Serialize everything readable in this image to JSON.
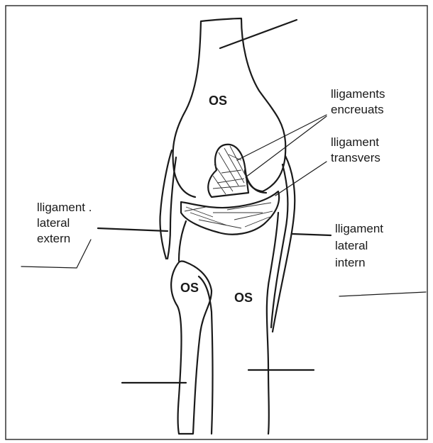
{
  "labels": {
    "os_femur": "OS",
    "os_fibula": "OS",
    "os_tibia": "OS",
    "ligaments_encreuats_line1": "lligaments",
    "ligaments_encreuats_line2": "encreuats",
    "ligament_transvers_line1": "lligament",
    "ligament_transvers_line2": "transvers",
    "lateral_extern_line1": "lligament .",
    "lateral_extern_line2": "lateral",
    "lateral_extern_line3": "extern",
    "lateral_intern_line1": "lligament",
    "lateral_intern_line2": "lateral",
    "lateral_intern_line3": "intern"
  },
  "colors": {
    "ink": "#1a1a1a",
    "background": "#ffffff",
    "frame": "#333333"
  }
}
